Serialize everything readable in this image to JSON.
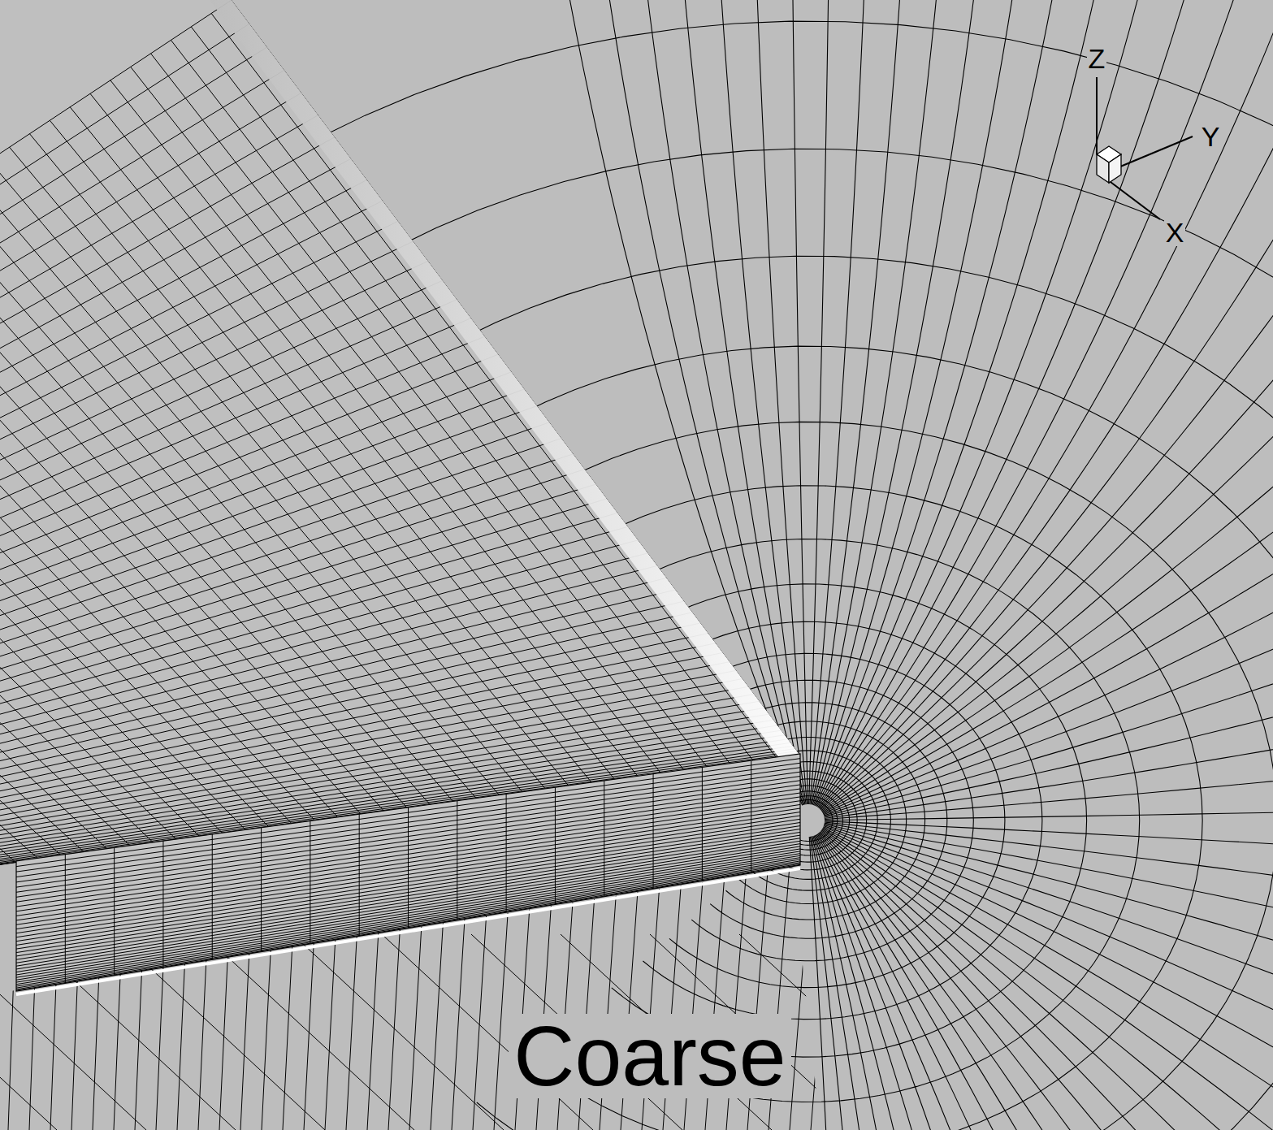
{
  "diagram": {
    "labels": [
      "Coarse",
      "Z",
      "Y",
      "X"
    ]
  }
}
